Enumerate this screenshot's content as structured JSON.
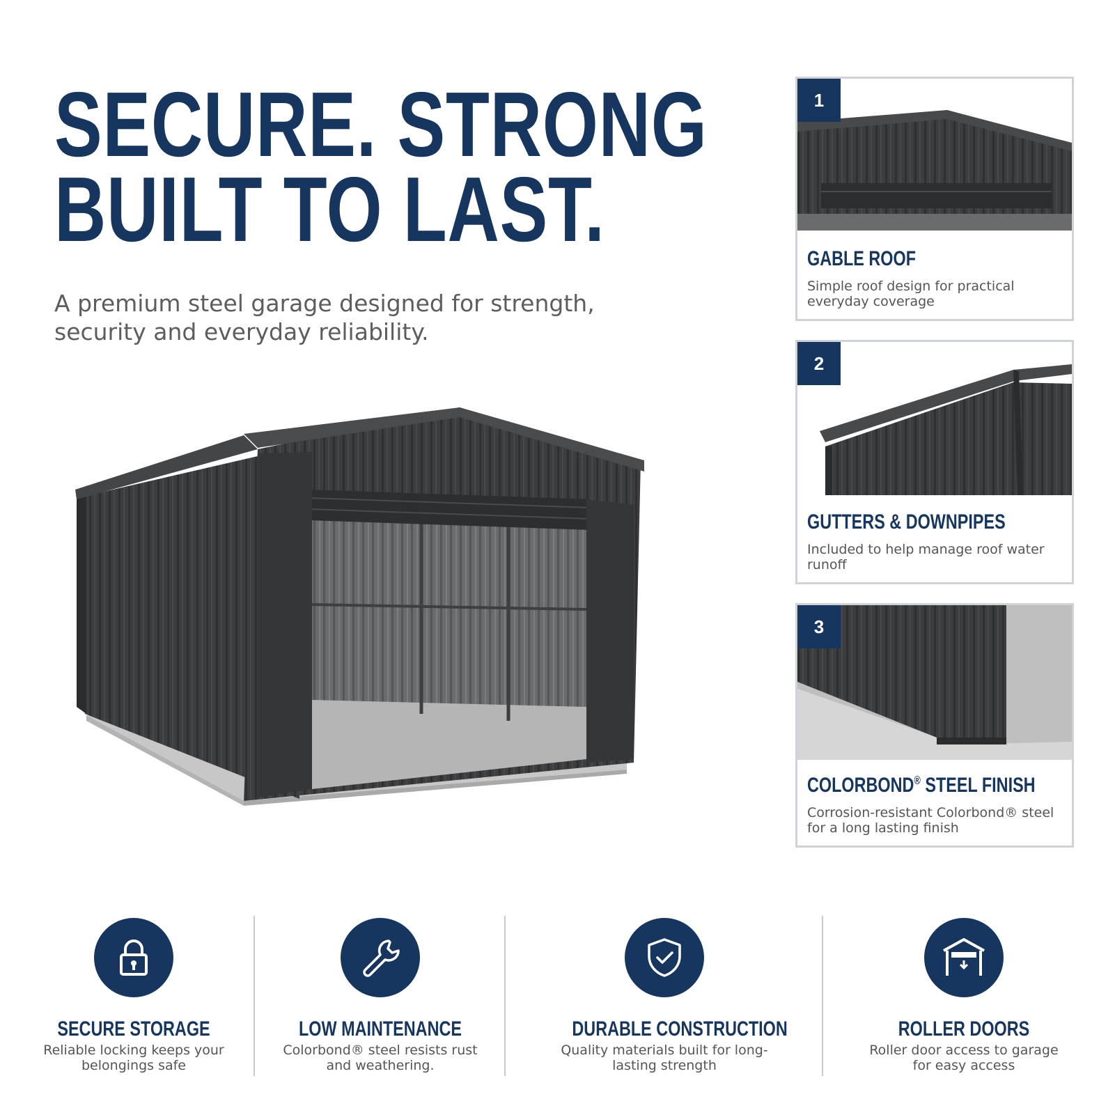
{
  "headline": {
    "line1": "SECURE. STRONG",
    "line2": "BUILT TO LAST."
  },
  "subtitle": "A premium steel garage designed for strength, security and everyday reliability.",
  "colors": {
    "brand_navy": "#17365f",
    "steel_dark": "#3a3b3d",
    "concrete": "#c8c8c8",
    "card_border": "#cfd2d6"
  },
  "cards": [
    {
      "number": "1",
      "title": "GABLE ROOF",
      "description": "Simple roof design for practical everyday coverage"
    },
    {
      "number": "2",
      "title": "GUTTERS & DOWNPIPES",
      "description": "Included to help manage roof water runoff"
    },
    {
      "number": "3",
      "title_main": "COLORBOND",
      "title_reg": "®",
      "title_tail": " STEEL FINISH",
      "description": "Corrosion-resistant Colorbond® steel for a long lasting finish"
    }
  ],
  "features": [
    {
      "icon": "padlock-icon",
      "title": "SECURE STORAGE",
      "description": "Reliable locking keeps your belongings safe"
    },
    {
      "icon": "wrench-icon",
      "title": "LOW MAINTENANCE",
      "description": "Colorbond® steel resists rust and weathering."
    },
    {
      "icon": "shield-check-icon",
      "title": "DURABLE CONSTRUCTION",
      "description": "Quality materials built for long-lasting strength"
    },
    {
      "icon": "garage-door-icon",
      "title": "ROLLER DOORS",
      "description": "Roller door access to garage for easy access"
    }
  ]
}
